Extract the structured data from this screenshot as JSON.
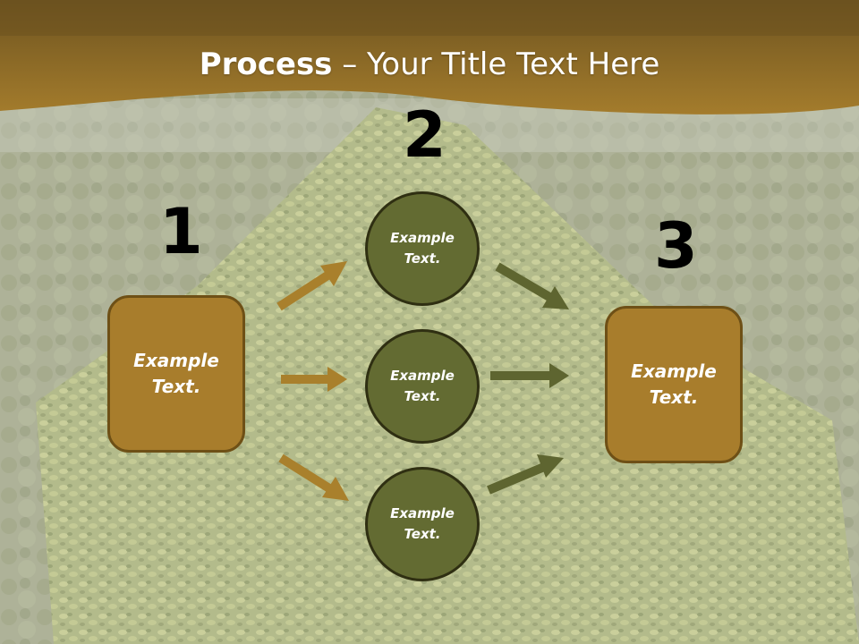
{
  "title": {
    "bold": "Process",
    "rest": " – Your Title Text Here"
  },
  "steps": {
    "one": "1",
    "two": "2",
    "three": "3"
  },
  "input_box": {
    "label": "Example Text."
  },
  "output_box": {
    "label": "Example Text."
  },
  "circles": [
    {
      "label": "Example Text."
    },
    {
      "label": "Example Text."
    },
    {
      "label": "Example Text."
    }
  ],
  "colors": {
    "header_band": "#9a7328",
    "box_fill": "#a87d2c",
    "circle_fill": "#636b32",
    "arrow_in": "#a9802c",
    "arrow_out": "#5e6530"
  }
}
